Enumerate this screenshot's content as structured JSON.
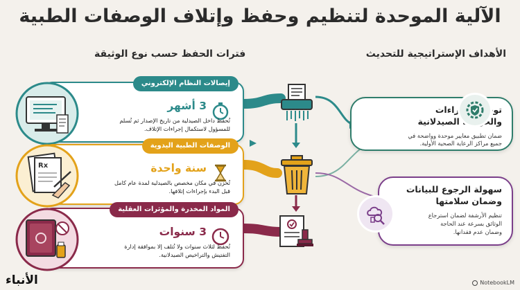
{
  "title": "الآلية الموحدة لتنظيم وحفظ وإتلاف الوصفات الطبية",
  "sections": {
    "goals_heading": "الأهداف الإستراتيجية للتحديث",
    "retention_heading": "فترات الحفظ حسب نوع الوثيقة"
  },
  "goals": [
    {
      "title_line1": "توحيد الإجراءات",
      "title_line2": "والحوكمة الصيدلانية",
      "desc_line1": "ضمان تطبيق معايير موحدة وواضحة في",
      "desc_line2": "جميع مراكز الرعاية الصحية الأولية.",
      "icon": "gear-shield-icon",
      "accent": "#2f7d6b"
    },
    {
      "title_line1": "سهولة الرجوع للبيانات",
      "title_line2": "وضمان سلامتها",
      "desc_line1": "تنظيم الأرشفة لضمان استرجاع",
      "desc_line2": "الوثائق بسرعة عند الحاجة",
      "desc_line3": "وضمان عدم فقدانها.",
      "icon": "cloud-search-icon",
      "accent": "#7b3f8a"
    }
  ],
  "retention": [
    {
      "band": "إيصالات النظام الإلكتروني",
      "period": "3 أشهر",
      "desc": "تُحفظ داخل الصيدلية من تاريخ الإصدار ثم تُسلم للمسؤول لاستكمال إجراءات الإتلاف.",
      "icon": "stopwatch-icon",
      "color": "#2c8a8a"
    },
    {
      "band": "الوصفات الطبية اليدوية",
      "period": "سنة واحدة",
      "desc": "تُخزن في مكان مخصص بالصيدلية لمدة عام كامل قبل البدء بإجراءات إتلافها.",
      "icon": "hourglass-icon",
      "color": "#e3a21a"
    },
    {
      "band": "المواد المخدرة والمؤثرات العقلية",
      "period": "3 سنوات",
      "desc": "تُحفظ لثلاث سنوات ولا تُتلف إلا بموافقة إدارة التفتيش والتراخيص الصيدلانية.",
      "icon": "clock-icon",
      "color": "#8a2a4a"
    }
  ],
  "brand_left": "الأنباء",
  "brand_right": "NotebookLM",
  "colors": {
    "teal": "#2c8a8a",
    "yellow": "#e3a21a",
    "maroon": "#8a2a4a",
    "green": "#2f7d6b",
    "purple": "#7b3f8a"
  }
}
